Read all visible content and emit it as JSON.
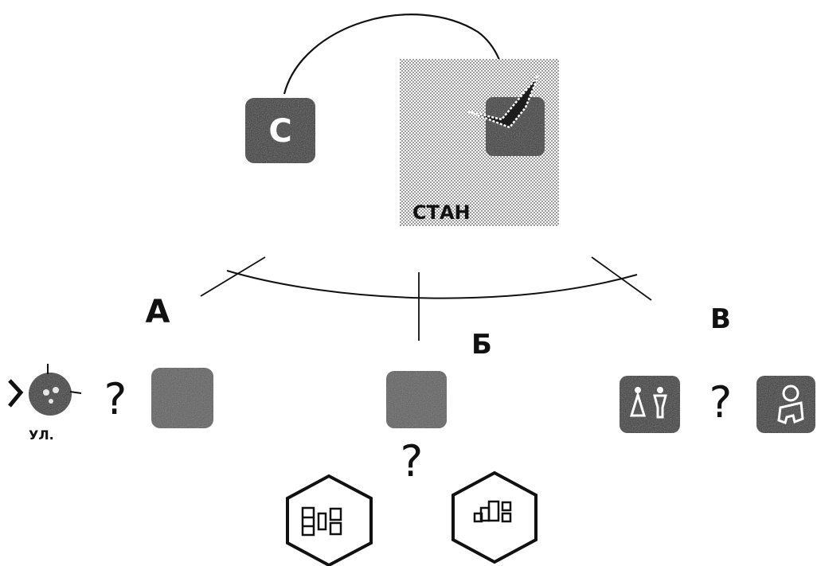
{
  "header": {
    "c_label": "С",
    "stan_caption": "СТАН"
  },
  "branches": {
    "a": {
      "label": "А",
      "street_caption": "УЛ.",
      "question": "?"
    },
    "b": {
      "label": "Б",
      "question": "?"
    },
    "v": {
      "label": "В",
      "question": "?"
    }
  },
  "icons": {
    "c_tile": "letter-c-icon",
    "stan_tile": "checkmark-icon",
    "street_sign": "street-sign-icon",
    "grey_tile": "blank-tile-icon",
    "restroom": "man-woman-icon",
    "child": "child-icon",
    "hex_a": "floor-plan-icon",
    "hex_b": "floor-plan-icon"
  },
  "colors": {
    "ink": "#111111",
    "tile_dark": "#2b2b2b",
    "tile_grey": "#5a5a5a",
    "stipple": "#c8c8c8"
  }
}
